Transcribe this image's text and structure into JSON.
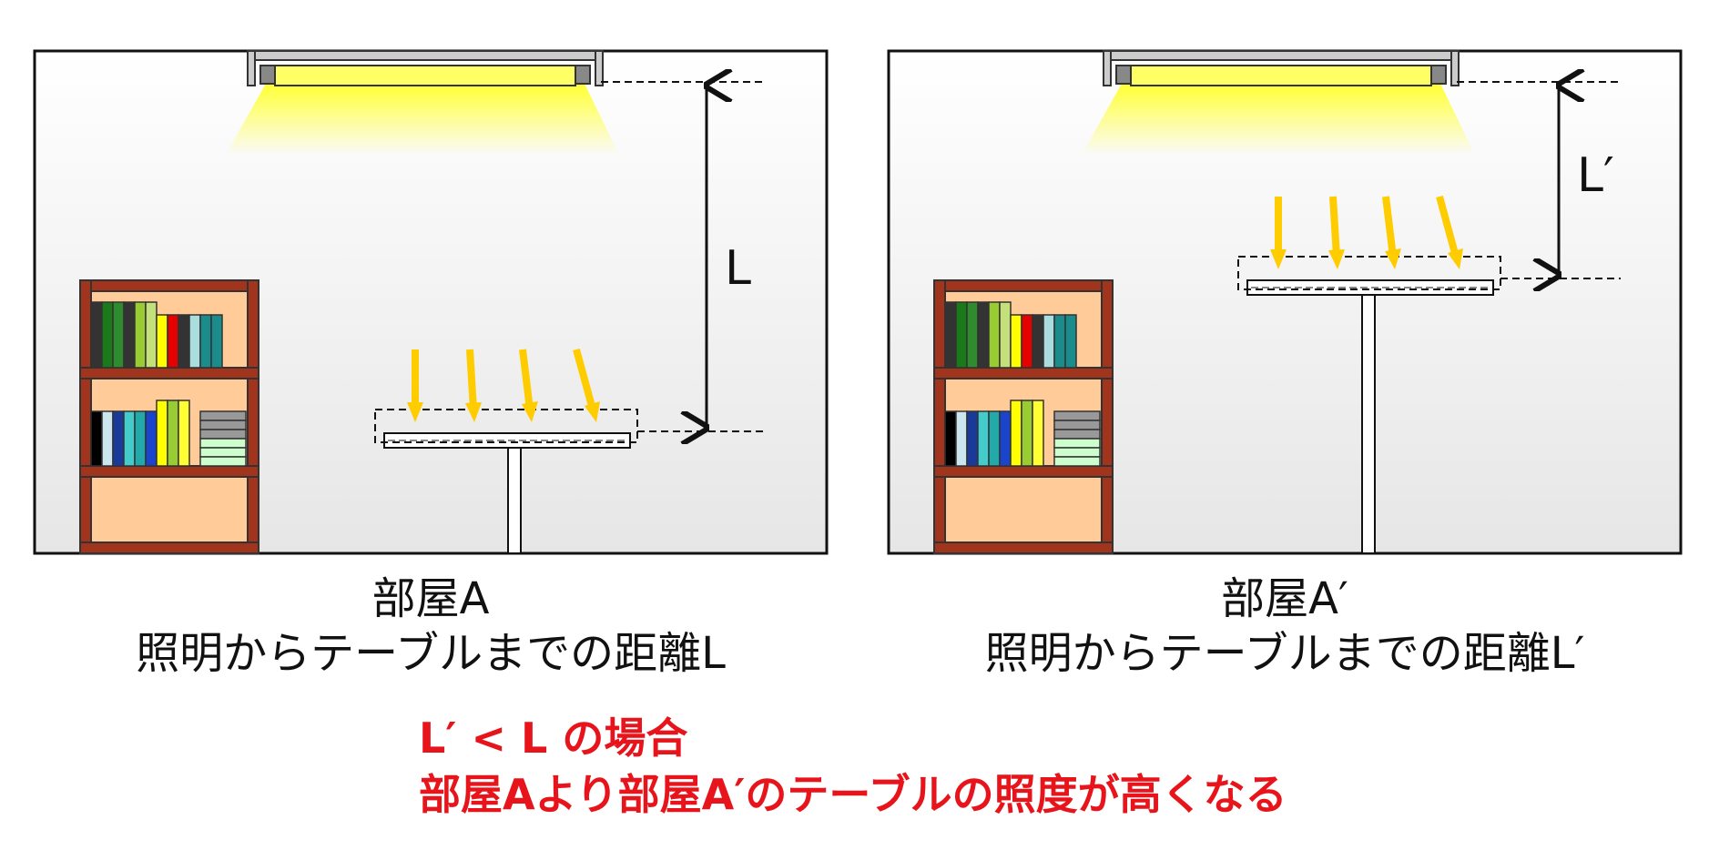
{
  "panels": [
    {
      "room_name": "部屋A",
      "caption": "照明からテーブルまでの距離L",
      "distance_label": "L"
    },
    {
      "room_name": "部屋A′",
      "caption": "照明からテーブルまでの距離L′",
      "distance_label": "L′"
    }
  ],
  "conclusion": {
    "line1": "L′ < L の場合",
    "line2": "部屋Aより部屋A′のテーブルの照度が高くなる"
  },
  "colors": {
    "conclusion_text": "#e8141b",
    "light_glow": "#ffff33",
    "arrow": "#ffcc00",
    "shelf_wood": "#a0341c",
    "shelf_back": "#ffcc99",
    "wall_top": "#ffffff",
    "wall_bottom": "#e6e6e6"
  }
}
